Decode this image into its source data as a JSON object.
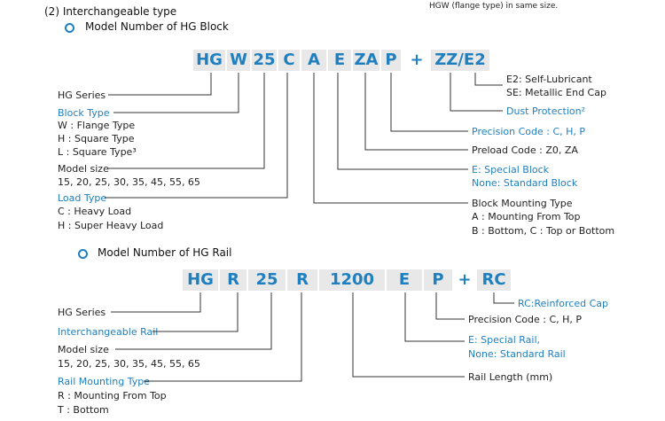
{
  "header": {
    "section_title": "(2) Interchangeable type",
    "note": "HGW (flange type) in same size."
  },
  "block": {
    "title": "Model Number of HG Block",
    "code": [
      "HG",
      "W",
      "25",
      "C",
      "A",
      "E",
      "ZA",
      "P",
      "+",
      "ZZ/E2"
    ],
    "left": {
      "series": "HG Series",
      "block_type": "Block Type",
      "block_type_w": "W : Flange Type",
      "block_type_h": "H : Square Type",
      "block_type_l": "L : Square Type³",
      "model_size": "Model size",
      "model_size_values": "15, 20, 25, 30, 35, 45, 55, 65",
      "load_type": "Load Type",
      "load_c": "C : Heavy Load",
      "load_h": "H : Super Heavy Load"
    },
    "right": {
      "e2": "E2: Self-Lubricant",
      "se": "SE: Metallic End Cap",
      "dust": "Dust Protection²",
      "precision": "Precision Code : C, H, P",
      "preload": "Preload Code : Z0, ZA",
      "special": "E: Special Block",
      "standard": "None: Standard Block",
      "mounting": "Block Mounting Type",
      "mounting_a": "A : Mounting From Top",
      "mounting_bc": "B : Bottom, C : Top or Bottom"
    }
  },
  "rail": {
    "title": "Model Number of HG Rail",
    "code": [
      "HG",
      "R",
      "25",
      "R",
      "1200",
      "E",
      "P",
      "+",
      "RC"
    ],
    "left": {
      "series": "HG Series",
      "interchangeable": "Interchangeable Rail",
      "model_size": "Model size",
      "model_size_values": "15, 20, 25, 30, 35, 45, 55, 65",
      "mounting": "Rail Mounting Type",
      "mounting_r": "R : Mounting From Top",
      "mounting_t": "T : Bottom"
    },
    "right": {
      "rc": "RC:Reinforced Cap",
      "precision": "Precision Code : C, H, P",
      "special": "E: Special Rail,",
      "standard": "None: Standard Rail",
      "length": "Rail Length (mm)"
    }
  },
  "colors": {
    "accent": "#1f7fbf",
    "box": "#e8e8e8",
    "line": "#333333"
  }
}
